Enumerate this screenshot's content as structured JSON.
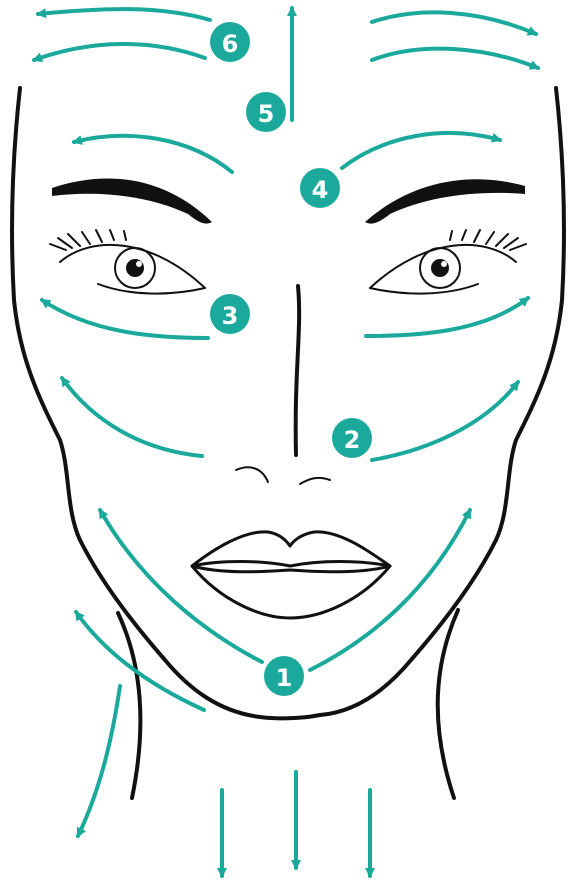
{
  "colors": {
    "accent": "#1aa99a",
    "outline": "#111111",
    "background": "#ffffff",
    "badge_text": "#ffffff"
  },
  "steps": [
    {
      "number": "1"
    },
    {
      "number": "2"
    },
    {
      "number": "3"
    },
    {
      "number": "4"
    },
    {
      "number": "5"
    },
    {
      "number": "6"
    }
  ]
}
